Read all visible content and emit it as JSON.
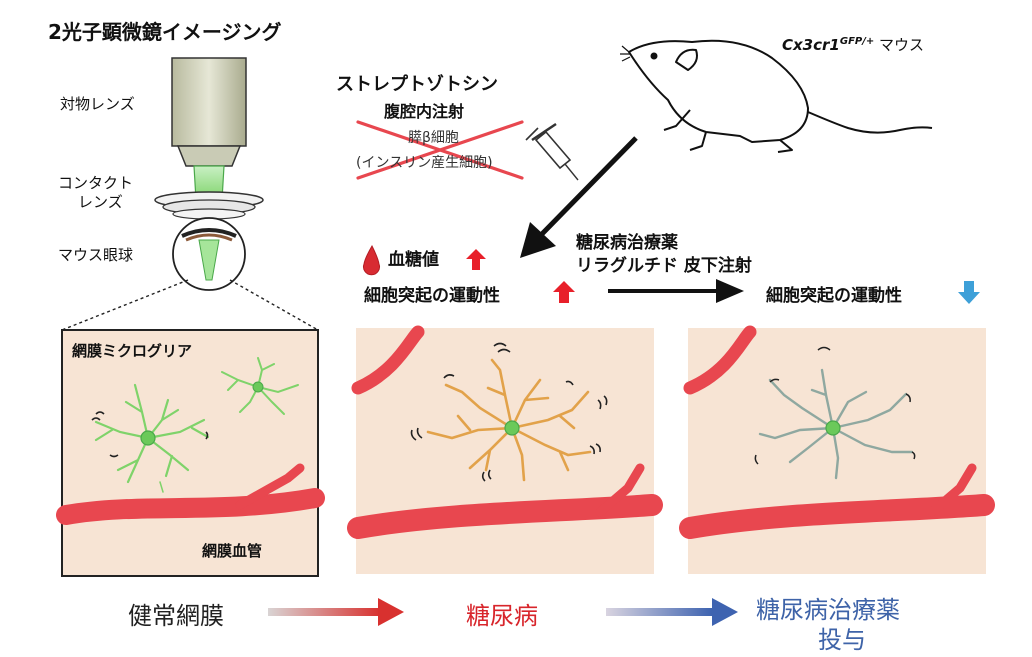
{
  "microscope": {
    "title": "2光子顕微鏡イメージング",
    "objective_label": "対物レンズ",
    "contact_label_1": "コンタクト",
    "contact_label_2": "レンズ",
    "eye_label": "マウス眼球"
  },
  "treatment": {
    "drug": "ストレプトゾトシン",
    "route": "腹腔内注射",
    "target_1": "膵β細胞",
    "target_2": "(インスリン産生細胞)"
  },
  "mouse": {
    "strain": "Cx3cr1",
    "strain_sup": "GFP/+",
    "suffix": "マウス"
  },
  "diabetes_state": {
    "glucose_label": "血糖値",
    "motility_label": "細胞突起の運動性"
  },
  "therapy": {
    "line_1": "糖尿病治療薬",
    "line_2": "リラグルチド 皮下注射",
    "result_label": "細胞突起の運動性"
  },
  "panels": {
    "retina_title": "網膜ミクログリア",
    "vessel_label": "網膜血管"
  },
  "bottom": {
    "healthy": "健常網膜",
    "diabetes": "糖尿病",
    "treated_1": "糖尿病治療薬",
    "treated_2": "投与"
  },
  "colors": {
    "vessel": "#e8474f",
    "tissue": "#f7e4d4",
    "microglia_healthy": "#7fd36a",
    "microglia_diabetic": "#e2a24a",
    "microglia_treated": "#8fa8a0",
    "up_arrow": "#e8202a",
    "down_arrow": "#3ea0d8",
    "diabetes_text": "#d8252b",
    "treated_text": "#3e63a8"
  }
}
